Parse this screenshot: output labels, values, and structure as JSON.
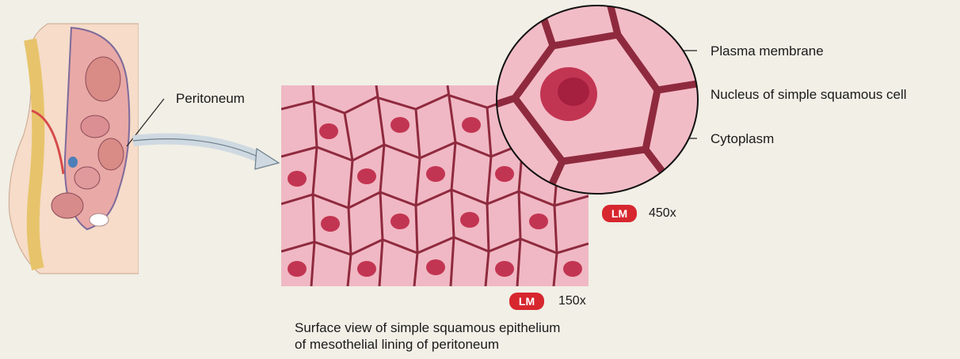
{
  "labels": {
    "peritoneum": "Peritoneum",
    "plasma_membrane": "Plasma membrane",
    "nucleus": "Nucleus of simple squamous cell",
    "cytoplasm": "Cytoplasm"
  },
  "micrographs": {
    "low": {
      "badge": "LM",
      "magnification": "150x"
    },
    "high": {
      "badge": "LM",
      "magnification": "450x"
    }
  },
  "caption": {
    "line1": "Surface view of simple squamous epithelium",
    "line2": "of mesothelial lining of peritoneum"
  },
  "colors": {
    "background": "#f1efe6",
    "badge": "#d7262e",
    "tissue": "#f0b8c4",
    "cell_border": "#8f2a3e",
    "nucleus": "#c23552"
  }
}
